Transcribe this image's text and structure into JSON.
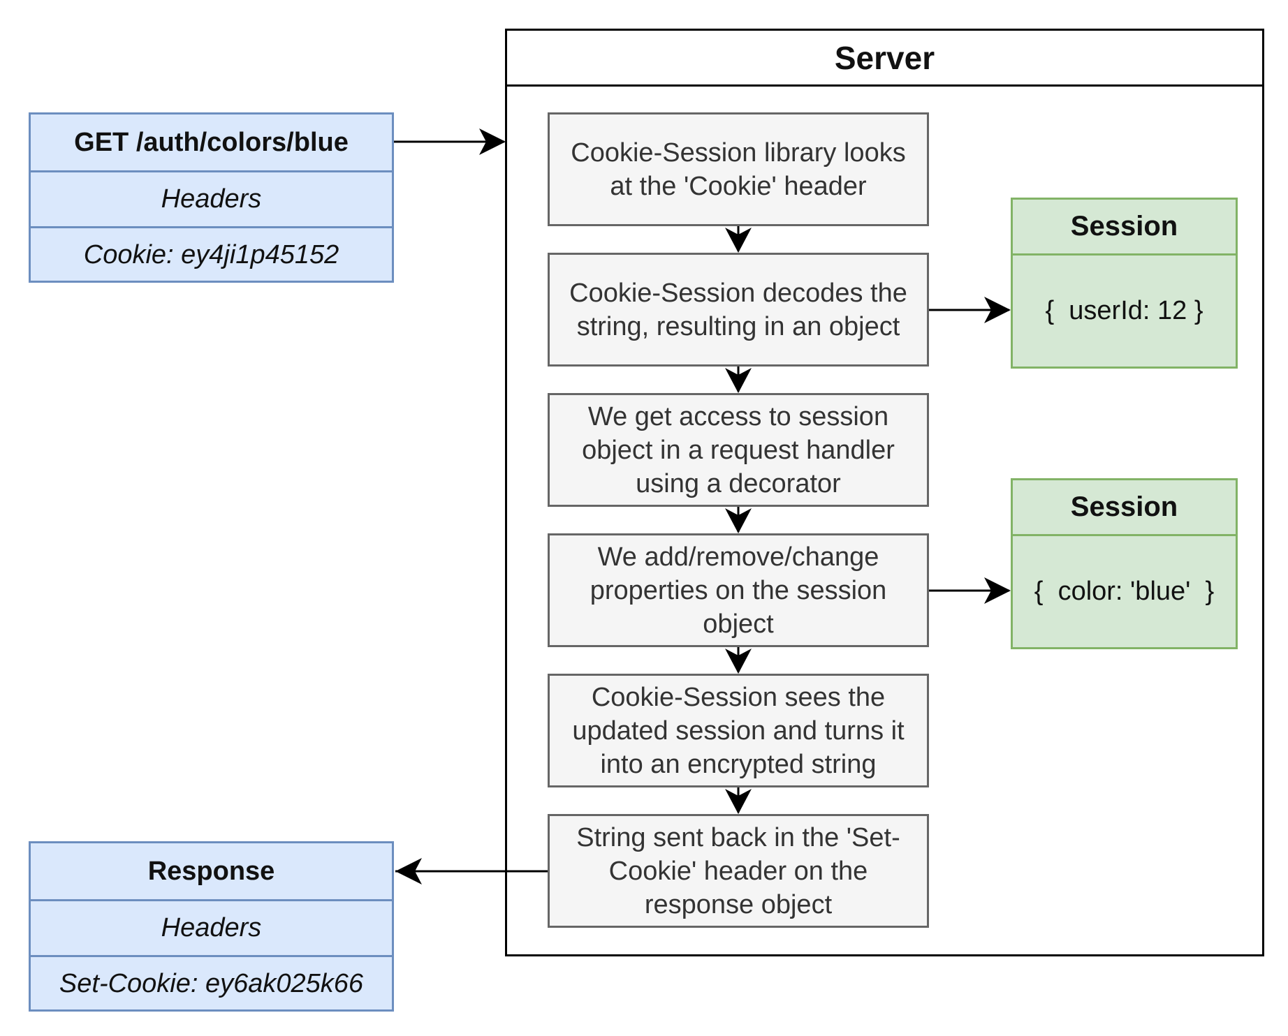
{
  "request": {
    "title": "GET /auth/colors/blue",
    "headers_label": "Headers",
    "cookie": "Cookie: ey4ji1p45152"
  },
  "server": {
    "title": "Server",
    "steps": [
      "Cookie-Session library looks at the 'Cookie' header",
      "Cookie-Session decodes the string, resulting in an object",
      "We get access to session object in a request handler using a decorator",
      "We add/remove/change properties on the session object",
      "Cookie-Session sees the updated session and turns it into an encrypted string",
      "String sent back in the 'Set-Cookie' header on the response object"
    ]
  },
  "sessions": [
    {
      "title": "Session",
      "value": "{  userId: 12 }"
    },
    {
      "title": "Session",
      "value": "{  color: 'blue'  }"
    }
  ],
  "response": {
    "title": "Response",
    "headers_label": "Headers",
    "set_cookie": "Set-Cookie: ey6ak025k66"
  },
  "colors": {
    "table_fill": "#dae8fc",
    "table_stroke": "#6c8ebf",
    "step_fill": "#f5f5f5",
    "step_stroke": "#666666",
    "session_fill": "#d5e8d4",
    "session_stroke": "#82b366"
  }
}
